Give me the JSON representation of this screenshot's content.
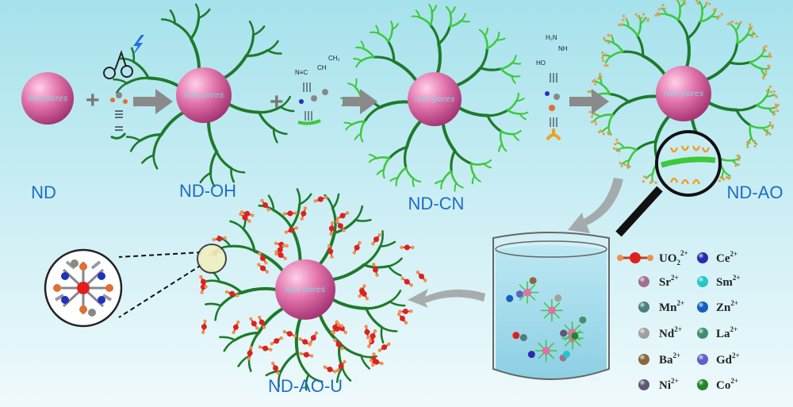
{
  "stages": [
    {
      "id": "nd",
      "label": "ND"
    },
    {
      "id": "nd-oh",
      "label": "ND-OH"
    },
    {
      "id": "nd-cn",
      "label": "ND-CN"
    },
    {
      "id": "nd-ao",
      "label": "ND-AO"
    },
    {
      "id": "nd-ao-u",
      "label": "ND-AO-U"
    }
  ],
  "sphere_text": "non-pores",
  "reagents": {
    "acrylonitrile": {
      "nc": "N≡C",
      "ch": "CH",
      "ch2": "CH₂"
    },
    "hydroxylamine": {
      "h2n": "H₂N",
      "nh": "NH",
      "ho": "HO"
    }
  },
  "legend": [
    {
      "ion": "UO",
      "sub": "2",
      "charge": "2+",
      "color": "#e02020"
    },
    {
      "ion": "Ce",
      "charge": "2+",
      "color": "#2a2ab0"
    },
    {
      "ion": "Sr",
      "charge": "2+",
      "color": "#a07090"
    },
    {
      "ion": "Sm",
      "charge": "2+",
      "color": "#20c8c8"
    },
    {
      "ion": "Mn",
      "charge": "2+",
      "color": "#4a8080"
    },
    {
      "ion": "Zn",
      "charge": "2+",
      "color": "#1060c0"
    },
    {
      "ion": "Nd",
      "charge": "2+",
      "color": "#a0a0a0"
    },
    {
      "ion": "La",
      "charge": "2+",
      "color": "#409070"
    },
    {
      "ion": "Ba",
      "charge": "2+",
      "color": "#8a6840"
    },
    {
      "ion": "Gd",
      "charge": "2+",
      "color": "#6060c8"
    },
    {
      "ion": "Ni",
      "charge": "2+",
      "color": "#605878"
    },
    {
      "ion": "Co",
      "charge": "2+",
      "color": "#208828"
    }
  ],
  "colors": {
    "label": "#1f6cc4",
    "branch": "#1e7a2a",
    "branch_light": "#3ec83a",
    "sphere": "#e070a8",
    "arrow": "#8a8a8a",
    "bg_top": "#a8e4ee",
    "bg_bottom": "#eef9fb"
  }
}
